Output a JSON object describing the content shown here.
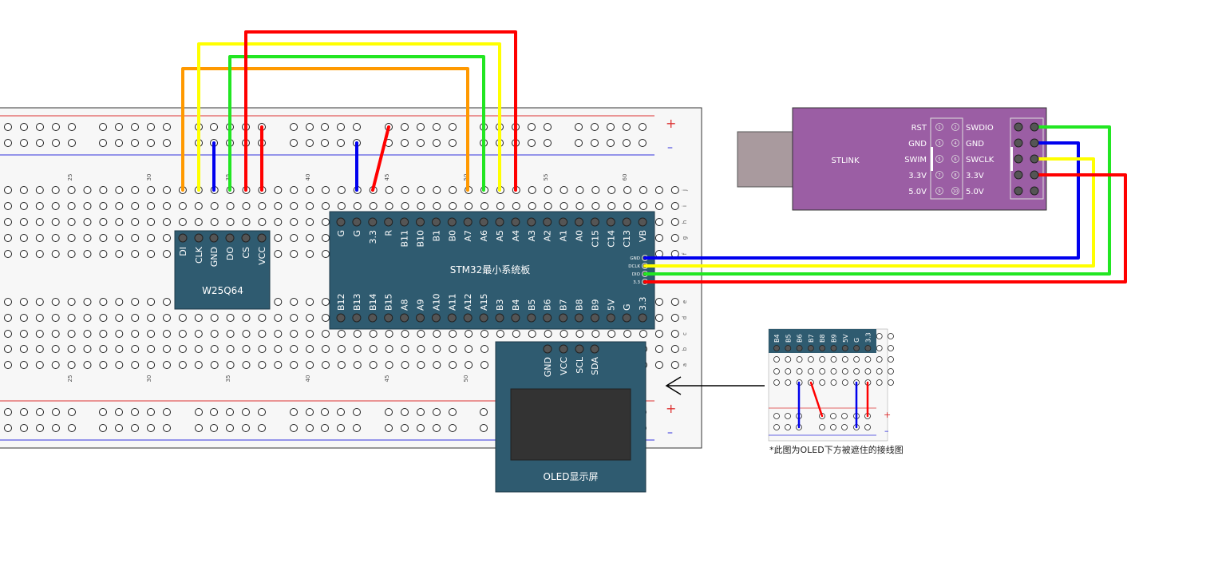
{
  "colors": {
    "board_pcb": "#2f5b70",
    "stlink_body": "#9b5ea4",
    "usb_plug": "#a99a9e",
    "breadboard": "#f7f7f7",
    "rail_red": "#d33",
    "rail_blue": "#33d",
    "wire_red": "#ff0000",
    "wire_yellow": "#ffff00",
    "wire_green": "#22e622",
    "wire_blue": "#0000ee",
    "wire_orange": "#ff9900",
    "oled_screen": "#333333"
  },
  "breadboard": {
    "plus_label": "+",
    "minus_label": "–",
    "column_numbers": [
      "25",
      "30",
      "35",
      "40",
      "45",
      "50",
      "55",
      "60"
    ],
    "row_letters_top": [
      "j",
      "i",
      "h",
      "g",
      "f"
    ],
    "row_letters_bottom": [
      "e",
      "d",
      "c",
      "b",
      "a"
    ]
  },
  "w25q64": {
    "title": "W25Q64",
    "pins": [
      "DI",
      "CLK",
      "GND",
      "DO",
      "CS",
      "VCC"
    ]
  },
  "stm32": {
    "title": "STM32最小系统板",
    "top_pins": [
      "G",
      "G",
      "3.3",
      "R",
      "B11",
      "B10",
      "B1",
      "B0",
      "A7",
      "A6",
      "A5",
      "A4",
      "A3",
      "A2",
      "A1",
      "A0",
      "C15",
      "C14",
      "C13",
      "VB"
    ],
    "bottom_pins": [
      "B12",
      "B13",
      "B14",
      "B15",
      "A8",
      "A9",
      "A10",
      "A11",
      "A12",
      "A15",
      "B3",
      "B4",
      "B5",
      "B6",
      "B7",
      "B8",
      "B9",
      "5V",
      "G",
      "3.3"
    ],
    "swd_pins": [
      "GND",
      "DCLK",
      "DIO",
      "3.3"
    ]
  },
  "stlink": {
    "title": "STLINK",
    "left_labels": [
      "RST",
      "GND",
      "SWIM",
      "3.3V",
      "5.0V"
    ],
    "right_labels": [
      "SWDIO",
      "GND",
      "SWCLK",
      "3.3V",
      "5.0V"
    ],
    "pin_numbers_left": [
      "1",
      "3",
      "5",
      "7",
      "9"
    ],
    "pin_numbers_right": [
      "2",
      "4",
      "6",
      "8",
      "10"
    ]
  },
  "oled": {
    "title": "OLED显示屏",
    "pins": [
      "GND",
      "VCC",
      "SCL",
      "SDA"
    ]
  },
  "inset": {
    "pins": [
      "B4",
      "B5",
      "B6",
      "B7",
      "B8",
      "B9",
      "5V",
      "G",
      "3.3"
    ],
    "note": "*此图为OLED下方被遮住的接线图",
    "plus_label": "+",
    "minus_label": "–"
  }
}
